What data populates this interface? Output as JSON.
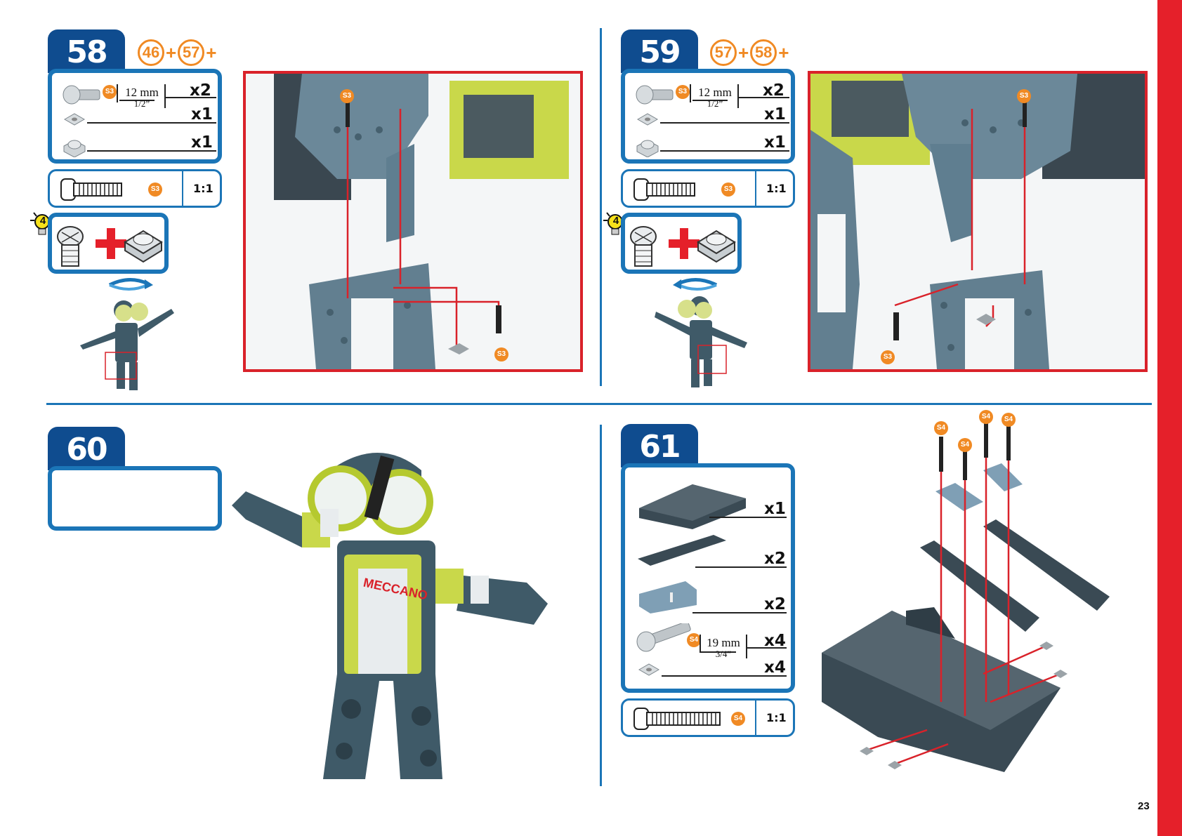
{
  "page": {
    "number": "23"
  },
  "colors": {
    "accent_blue": "#1b75b7",
    "tab_blue": "#0f4c8f",
    "orange": "#f08a24",
    "red": "#e5202a"
  },
  "steps": [
    {
      "number": "58",
      "prereqs": [
        "46",
        "57"
      ],
      "parts": {
        "screw_length": "12 mm",
        "screw_inch": "1/2”",
        "screw_code": "S3",
        "quantities": [
          "x2",
          "x1",
          "x1"
        ]
      },
      "scale": {
        "code": "S3",
        "ratio": "1:1"
      },
      "tip": {
        "number": "4",
        "icon": "lightbulb-icon"
      },
      "rotation": "rotate-clockwise-icon",
      "callouts": [
        "S3",
        "S3"
      ]
    },
    {
      "number": "59",
      "prereqs": [
        "57",
        "58"
      ],
      "parts": {
        "screw_length": "12 mm",
        "screw_inch": "1/2”",
        "screw_code": "S3",
        "quantities": [
          "x2",
          "x1",
          "x1"
        ]
      },
      "scale": {
        "code": "S3",
        "ratio": "1:1"
      },
      "tip": {
        "number": "4",
        "icon": "lightbulb-icon"
      },
      "rotation": "rotate-counterclockwise-icon",
      "callouts": [
        "S3",
        "S3"
      ]
    },
    {
      "number": "60",
      "robot_logo": "MECCANO"
    },
    {
      "number": "61",
      "parts": {
        "quantities": [
          "x1",
          "x2",
          "x2",
          "x4",
          "x4"
        ],
        "screw_length": "19 mm",
        "screw_inch": "3/4”",
        "screw_code": "S4"
      },
      "scale": {
        "code": "S4",
        "ratio": "1:1"
      },
      "callouts": [
        "S4",
        "S4",
        "S4",
        "S4"
      ]
    }
  ]
}
